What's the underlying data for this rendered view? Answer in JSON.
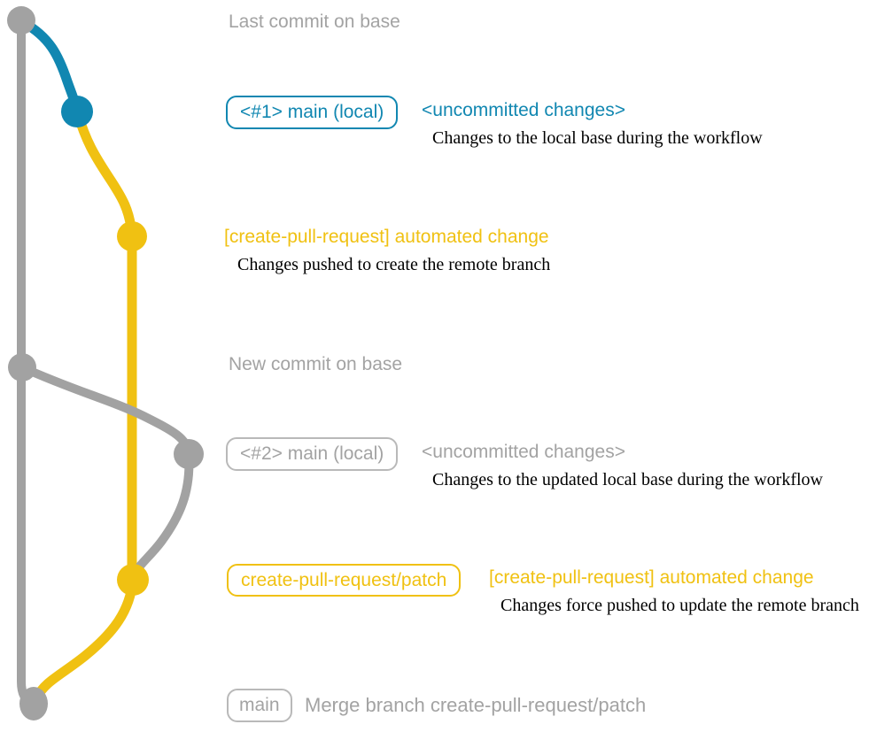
{
  "colors": {
    "gray": "#a2a2a2",
    "text_gray": "#a3a3a3",
    "border_gray": "#b9b9b9",
    "blue": "#1187b1",
    "yellow": "#f0c112",
    "desc_black": "#000000"
  },
  "annotations": {
    "last_commit": "Last commit on base",
    "new_commit": "New commit on base",
    "merge_commit": "Merge branch create-pull-request/patch"
  },
  "rows": {
    "row1": {
      "badge": "<#1> main (local)",
      "title": "<uncommitted changes>",
      "desc": "Changes to the local base during the workflow"
    },
    "row2": {
      "title": "[create-pull-request] automated change",
      "desc": "Changes pushed to create the remote branch"
    },
    "row3": {
      "badge": "<#2> main (local)",
      "title": "<uncommitted changes>",
      "desc": "Changes to the updated local base during the workflow"
    },
    "row4": {
      "badge": "create-pull-request/patch",
      "title": "[create-pull-request] automated change",
      "desc": "Changes force pushed to update the remote branch"
    },
    "row5": {
      "badge": "main"
    }
  }
}
